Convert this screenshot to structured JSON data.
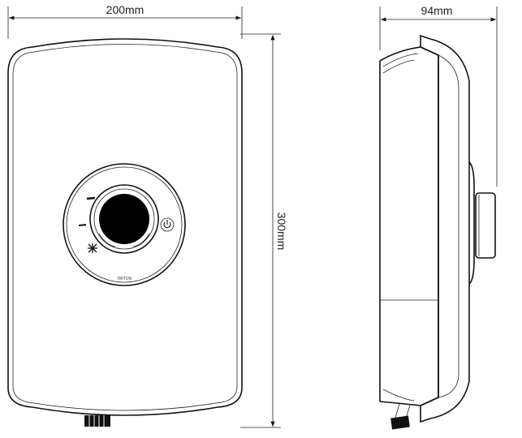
{
  "dimensions": {
    "front_width": "200mm",
    "height": "300mm",
    "side_depth": "94mm"
  },
  "front_view": {
    "logo_text": "TRITON",
    "icons": [
      "high-power-icon",
      "low-power-icon",
      "cold-snowflake-icon",
      "power-button-icon"
    ]
  }
}
